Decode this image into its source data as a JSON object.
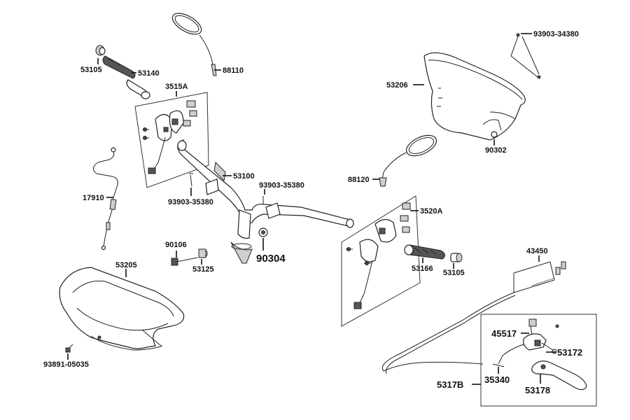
{
  "diagram": {
    "labels": {
      "p53105_left": "53105",
      "p53140": "53140",
      "p88110": "88110",
      "p3515A": "3515A",
      "p17910": "17910",
      "p53100": "53100",
      "p93903_35380_left": "93903-35380",
      "p93903_35380_center": "93903-35380",
      "p90106": "90106",
      "p53125": "53125",
      "p90304": "90304",
      "p53205": "53205",
      "p93891_05035": "93891-05035",
      "p93903_34380": "93903-34380",
      "p53206": "53206",
      "p90302": "90302",
      "p88120": "88120",
      "p3520A": "3520A",
      "p53166": "53166",
      "p53105_right": "53105",
      "p43450": "43450",
      "p45517": "45517",
      "p53172": "53172",
      "p5317B": "5317B",
      "p35340": "35340",
      "p53178": "53178"
    }
  }
}
